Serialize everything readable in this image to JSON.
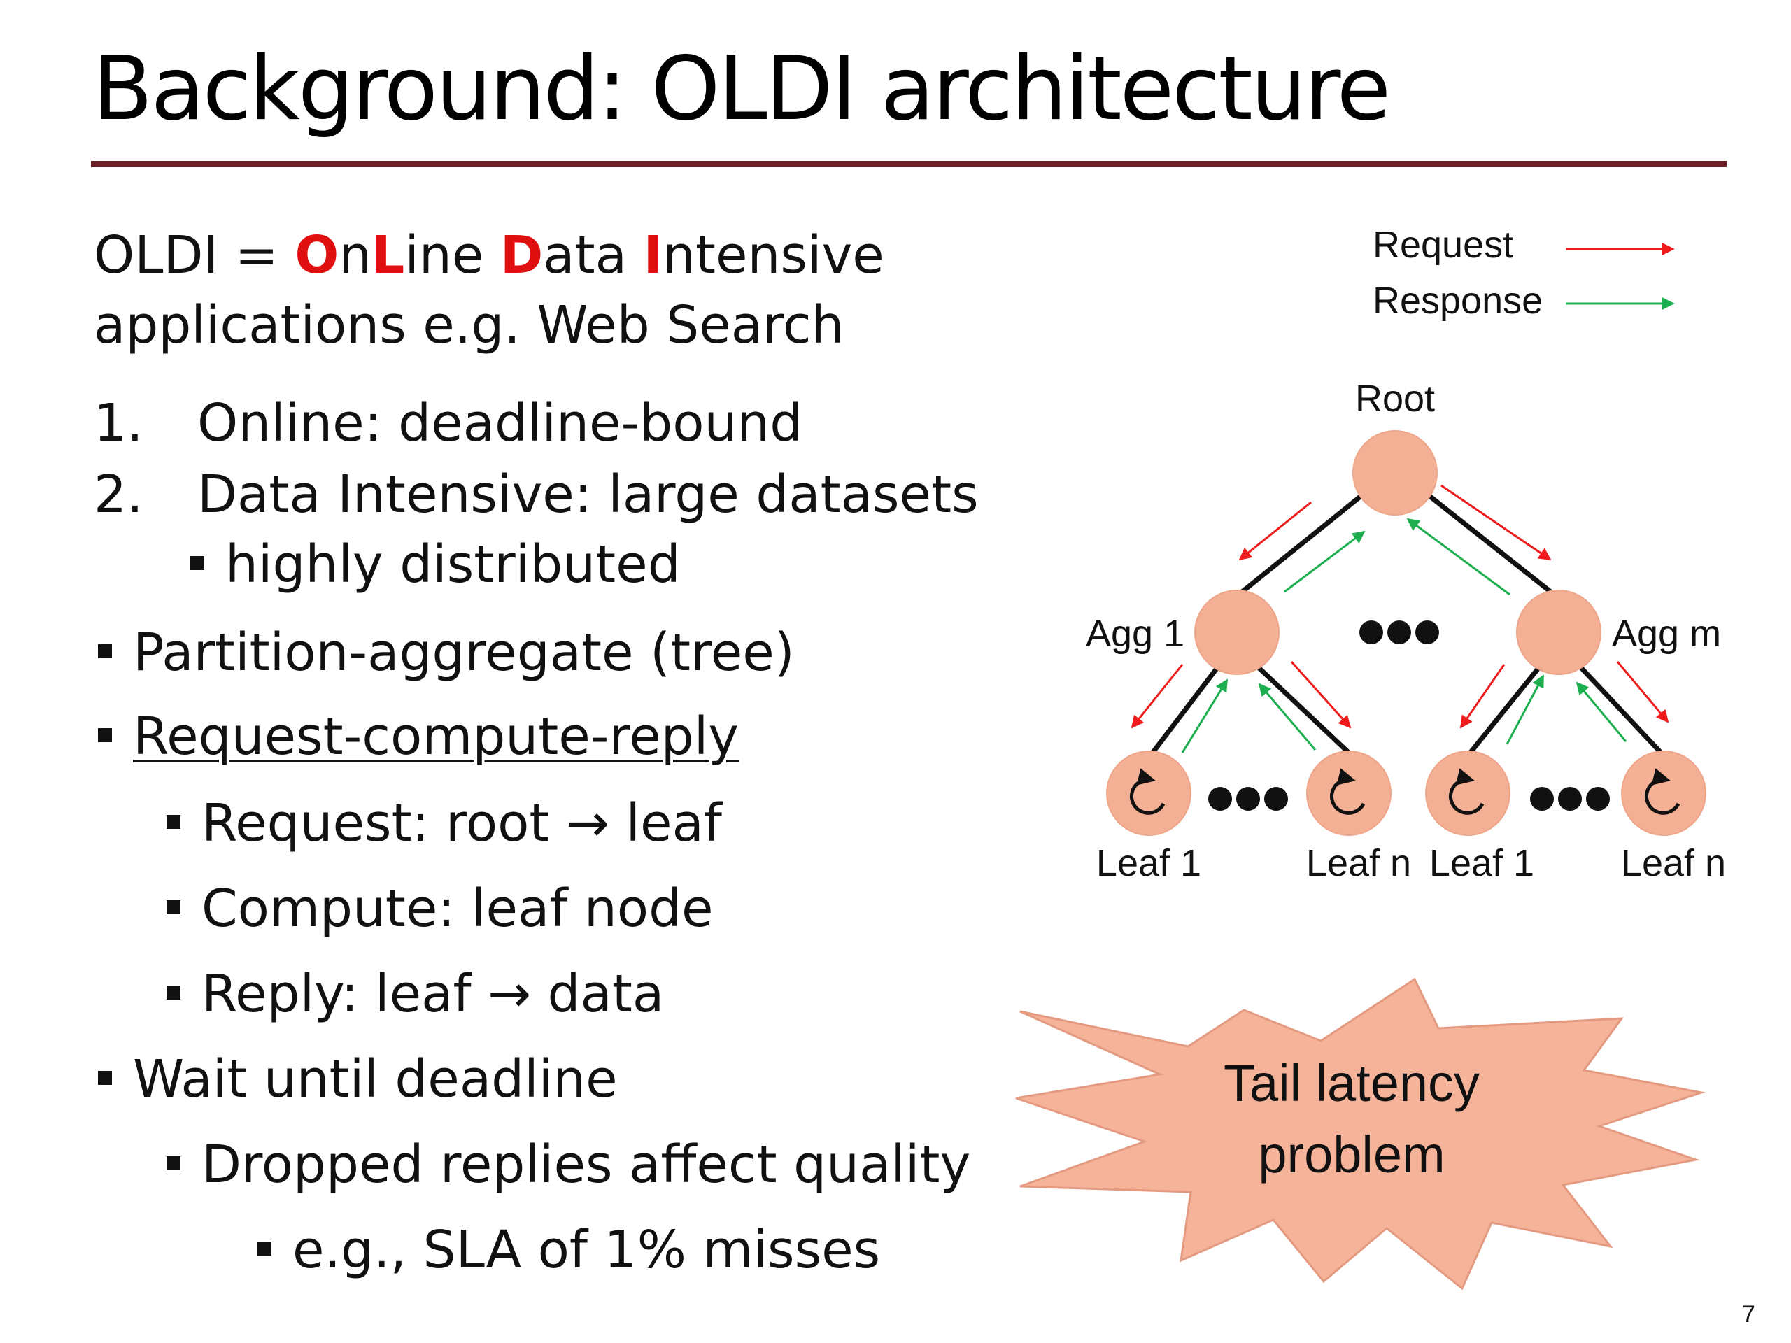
{
  "slide": {
    "title": "Background: OLDI architecture",
    "page_number": "7"
  },
  "definition": {
    "prefix": "OLDI = ",
    "parts": [
      {
        "text": "O",
        "highlight": true
      },
      {
        "text": "n",
        "highlight": false
      },
      {
        "text": "L",
        "highlight": true
      },
      {
        "text": "ine ",
        "highlight": false
      },
      {
        "text": "D",
        "highlight": true
      },
      {
        "text": "ata ",
        "highlight": false
      },
      {
        "text": "I",
        "highlight": true
      },
      {
        "text": "ntensive",
        "highlight": false
      }
    ],
    "line2": "applications  e.g. Web Search"
  },
  "numbered": [
    {
      "num": "1.",
      "text": "Online: deadline-bound"
    },
    {
      "num": "2.",
      "text": "Data Intensive: large datasets"
    }
  ],
  "bullets": {
    "highly_distributed": "highly distributed",
    "partition": "Partition-aggregate (tree)",
    "rcr": "Request-compute-reply",
    "request": "Request: root → leaf",
    "compute": "Compute: leaf node",
    "reply": "Reply: leaf → data",
    "wait": "Wait until deadline",
    "dropped": "Dropped replies affect quality",
    "sla": "e.g., SLA of 1% misses"
  },
  "legend": {
    "request": "Request",
    "response": "Response"
  },
  "tree": {
    "root": "Root",
    "agg_left": "Agg 1",
    "agg_right": "Agg m",
    "leaf_labels": [
      "Leaf 1",
      "Leaf n",
      "Leaf 1",
      "Leaf n"
    ]
  },
  "callout": {
    "line1": "Tail latency",
    "line2": "problem"
  },
  "colors": {
    "title_rule": "#6b1f24",
    "highlight": "#e01010",
    "request_arrow": "#ee1c1c",
    "response_arrow": "#1daf4f",
    "node_fill": "#f4b095",
    "starburst_fill": "#f5b49a"
  }
}
